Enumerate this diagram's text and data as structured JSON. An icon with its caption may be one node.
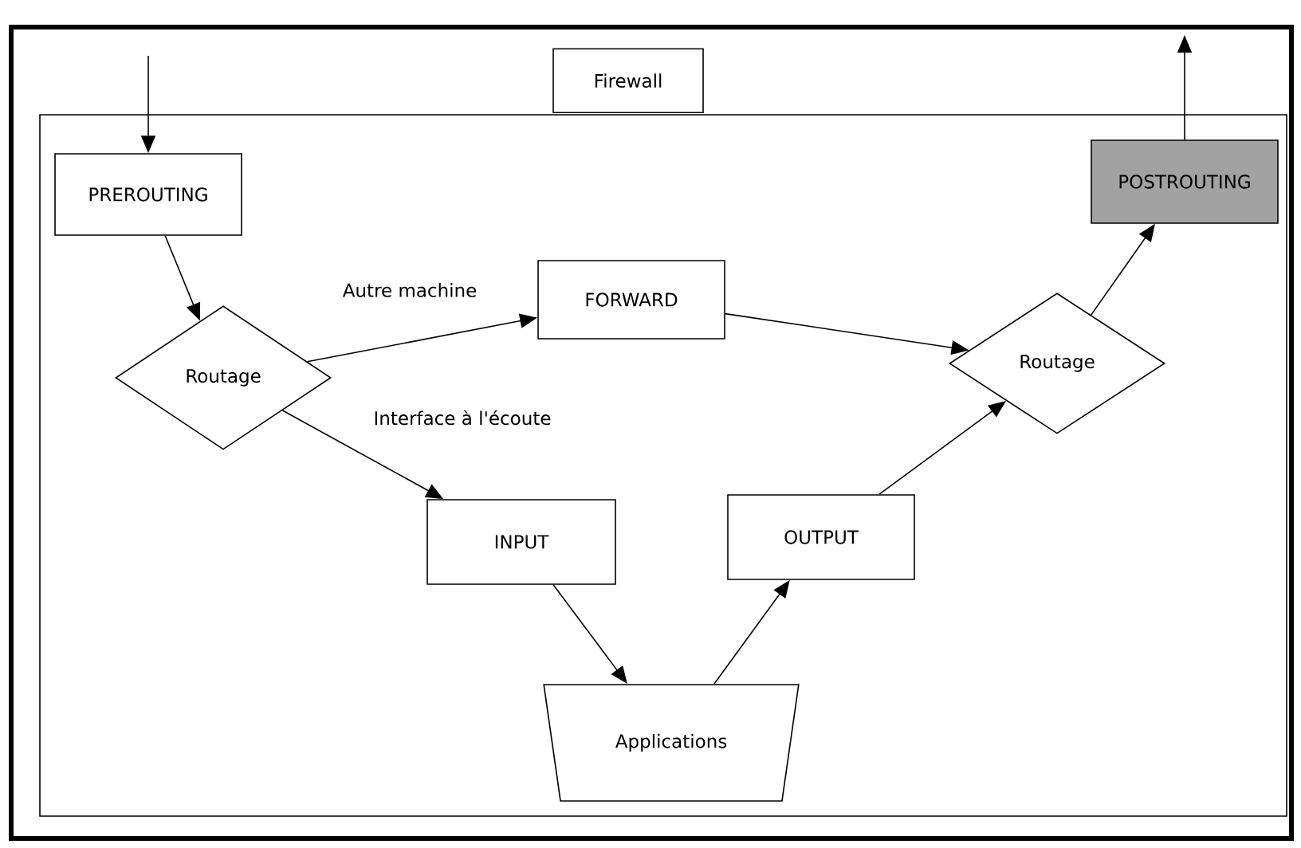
{
  "diagram": {
    "nodes": [
      {
        "text": [
          "Firewall"
        ]
      },
      {
        "text": [
          "PREROUTING"
        ],
        "in": 0
      },
      {
        "text": [
          "Routage"
        ],
        "in": 0
      },
      {
        "text": [
          "FORWARD"
        ],
        "in": 0
      },
      {
        "text": [
          "Routage"
        ],
        "in": 0
      },
      {
        "text": [
          "POSTROUTING"
        ],
        "in": 0
      },
      {
        "text": [
          "INPUT"
        ],
        "in": 0
      },
      {
        "text": [
          "OUTPUT"
        ],
        "in": 0
      },
      {
        "text": [
          "Applications"
        ],
        "in": 0
      }
    ],
    "edges": [
      {
        "from": null,
        "to": 1,
        "arrow": "to"
      },
      {
        "from": 1,
        "to": 2,
        "arrow": "to"
      },
      {
        "from": 2,
        "to": 3,
        "arrow": "to",
        "label": "Autre machine"
      },
      {
        "from": 2,
        "to": 6,
        "arrow": "to",
        "label": "Interface à l'écoute"
      },
      {
        "from": 3,
        "to": 4,
        "arrow": "to"
      },
      {
        "from": 6,
        "to": 8,
        "arrow": "to"
      },
      {
        "from": 8,
        "to": 7,
        "arrow": "to"
      },
      {
        "from": 7,
        "to": 4,
        "arrow": "to"
      },
      {
        "from": 4,
        "to": 5,
        "arrow": "to"
      },
      {
        "from": 5,
        "to": null,
        "arrow": "to"
      }
    ]
  }
}
